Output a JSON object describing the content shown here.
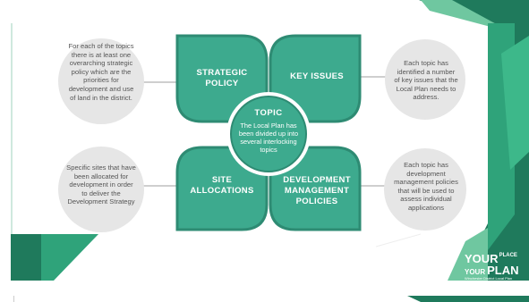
{
  "center": {
    "title": "TOPIC",
    "body": "The Local Plan has been divided up into several interlocking topics"
  },
  "petals": {
    "top_left": "STRATEGIC POLICY",
    "top_right": "KEY ISSUES",
    "bottom_left": "SITE ALLOCATIONS",
    "bottom_right": "DEVELOPMENT MANAGEMENT POLICIES"
  },
  "notes": {
    "top_left": "For each of the topics there is at least one overarching strategic policy which are the priorities for development and use of land in the district.",
    "top_right": "Each topic has identified a number of key issues that the Local Plan needs to address.",
    "bottom_left": "Specific sites that have been allocated for development in order to deliver the Development Strategy",
    "bottom_right": "Each topic has development management policies that will be used to assess individual applications"
  },
  "logo": {
    "line1": "YOUR",
    "line1_small": "PLACE",
    "line2": "YOUR",
    "line2_big": "PLAN",
    "tagline": "Winchester District Local Plan"
  },
  "colors": {
    "petal": "#3daa8e",
    "petal_border": "#2e8b73",
    "note_circle": "#e6e6e6",
    "dark_green": "#1f7a5c",
    "mid_green": "#2fa37a",
    "light_green": "#6fc7a0",
    "connector": "#cfcfcf"
  }
}
